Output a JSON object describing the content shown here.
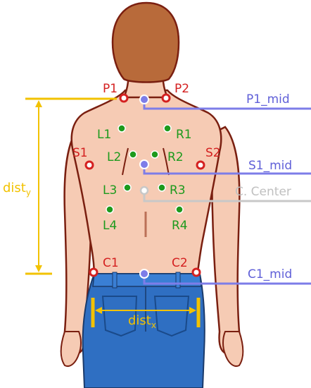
{
  "colors": {
    "skin": "#f6cbb4",
    "outline": "#7a1f10",
    "hair": "#b86a3a",
    "jeans": "#2f6fc2",
    "jeans_dark": "#1a4a8a",
    "red_point": "#d42020",
    "green_point": "#1d9a1d",
    "blue_point": "#7d7de8",
    "gray_point": "#c8c8c8",
    "yellow": "#f2c200"
  },
  "labels": {
    "p1": "P1",
    "p2": "P2",
    "s1": "S1",
    "s2": "S2",
    "c1": "C1",
    "c2": "C2",
    "l1": "L1",
    "l2": "L2",
    "l3": "L3",
    "l4": "L4",
    "r1": "R1",
    "r2": "R2",
    "r3": "R3",
    "r4": "R4",
    "p1_mid": "P1_mid",
    "s1_mid": "S1_mid",
    "c_center": "C. Center",
    "c1_mid": "C1_mid",
    "dist_y_main": "dist",
    "dist_y_sub": "y",
    "dist_x_main": "dist",
    "dist_x_sub": "x"
  }
}
